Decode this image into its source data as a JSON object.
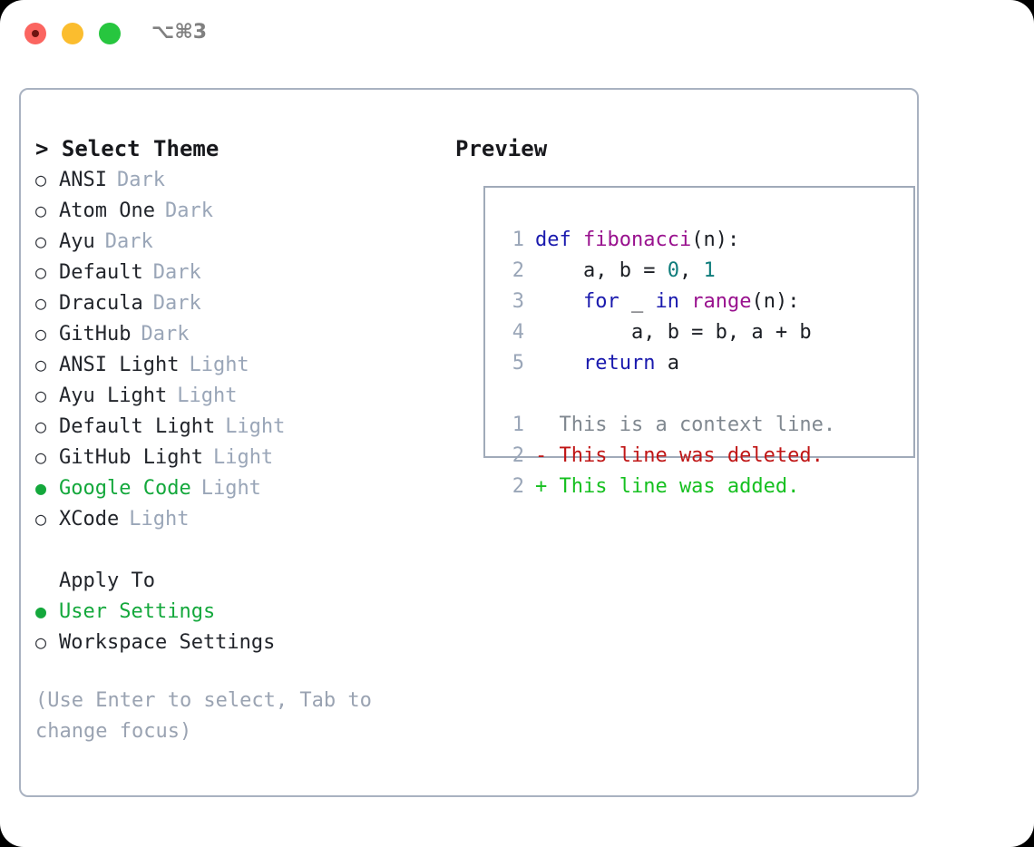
{
  "window": {
    "shortcut": "⌥⌘3",
    "traffic_lights": [
      "close-red",
      "minimize-yellow",
      "zoom-green"
    ]
  },
  "theme_picker": {
    "heading": "> Select Theme",
    "items": [
      {
        "marker": "○",
        "label": "ANSI",
        "badge": "Dark",
        "selected": false
      },
      {
        "marker": "○",
        "label": "Atom One",
        "badge": "Dark",
        "selected": false
      },
      {
        "marker": "○",
        "label": "Ayu",
        "badge": "Dark",
        "selected": false
      },
      {
        "marker": "○",
        "label": "Default",
        "badge": "Dark",
        "selected": false
      },
      {
        "marker": "○",
        "label": "Dracula",
        "badge": "Dark",
        "selected": false
      },
      {
        "marker": "○",
        "label": "GitHub",
        "badge": "Dark",
        "selected": false
      },
      {
        "marker": "○",
        "label": "ANSI Light",
        "badge": "Light",
        "selected": false
      },
      {
        "marker": "○",
        "label": "Ayu Light",
        "badge": "Light",
        "selected": false
      },
      {
        "marker": "○",
        "label": "Default Light",
        "badge": "Light",
        "selected": false
      },
      {
        "marker": "○",
        "label": "GitHub Light",
        "badge": "Light",
        "selected": false
      },
      {
        "marker": "●",
        "label": "Google Code",
        "badge": "Light",
        "selected": true
      },
      {
        "marker": "○",
        "label": "XCode",
        "badge": "Light",
        "selected": false
      }
    ]
  },
  "apply_to": {
    "heading": "Apply To",
    "items": [
      {
        "marker": "●",
        "label": "User Settings",
        "selected": true
      },
      {
        "marker": "○",
        "label": "Workspace Settings",
        "selected": false
      }
    ]
  },
  "hint": "(Use Enter to select, Tab to change focus)",
  "preview": {
    "heading": "Preview",
    "code_lines": [
      {
        "ln": "1",
        "tokens": [
          {
            "t": "def ",
            "c": "kw"
          },
          {
            "t": "fibonacci",
            "c": "fn"
          },
          {
            "t": "(n):",
            "c": "pl"
          }
        ]
      },
      {
        "ln": "2",
        "tokens": [
          {
            "t": "    a, b = ",
            "c": "pl"
          },
          {
            "t": "0",
            "c": "num"
          },
          {
            "t": ", ",
            "c": "pl"
          },
          {
            "t": "1",
            "c": "num"
          }
        ]
      },
      {
        "ln": "3",
        "tokens": [
          {
            "t": "    ",
            "c": "pl"
          },
          {
            "t": "for",
            "c": "kw"
          },
          {
            "t": " _ ",
            "c": "pl"
          },
          {
            "t": "in",
            "c": "kw"
          },
          {
            "t": " ",
            "c": "pl"
          },
          {
            "t": "range",
            "c": "fn"
          },
          {
            "t": "(n):",
            "c": "pl"
          }
        ]
      },
      {
        "ln": "4",
        "tokens": [
          {
            "t": "        a, b = b, a + b",
            "c": "pl"
          }
        ]
      },
      {
        "ln": "5",
        "tokens": [
          {
            "t": "    ",
            "c": "pl"
          },
          {
            "t": "return",
            "c": "kw"
          },
          {
            "t": " a",
            "c": "pl"
          }
        ]
      }
    ],
    "diff_lines": [
      {
        "ln": "1",
        "tokens": [
          {
            "t": "  This is a context line.",
            "c": "ctx"
          }
        ]
      },
      {
        "ln": "2",
        "tokens": [
          {
            "t": "- This line was deleted.",
            "c": "del"
          }
        ]
      },
      {
        "ln": "2",
        "tokens": [
          {
            "t": "+ This line was added.",
            "c": "add"
          }
        ]
      }
    ]
  },
  "colors": {
    "accent_green": "#14a83c",
    "muted": "#9aa6b8",
    "keyword": "#1a1aae",
    "function": "#99118e",
    "number": "#0e7c7b",
    "diff_deleted": "#c01616",
    "diff_added": "#16c020",
    "border": "#a9b2c1"
  }
}
